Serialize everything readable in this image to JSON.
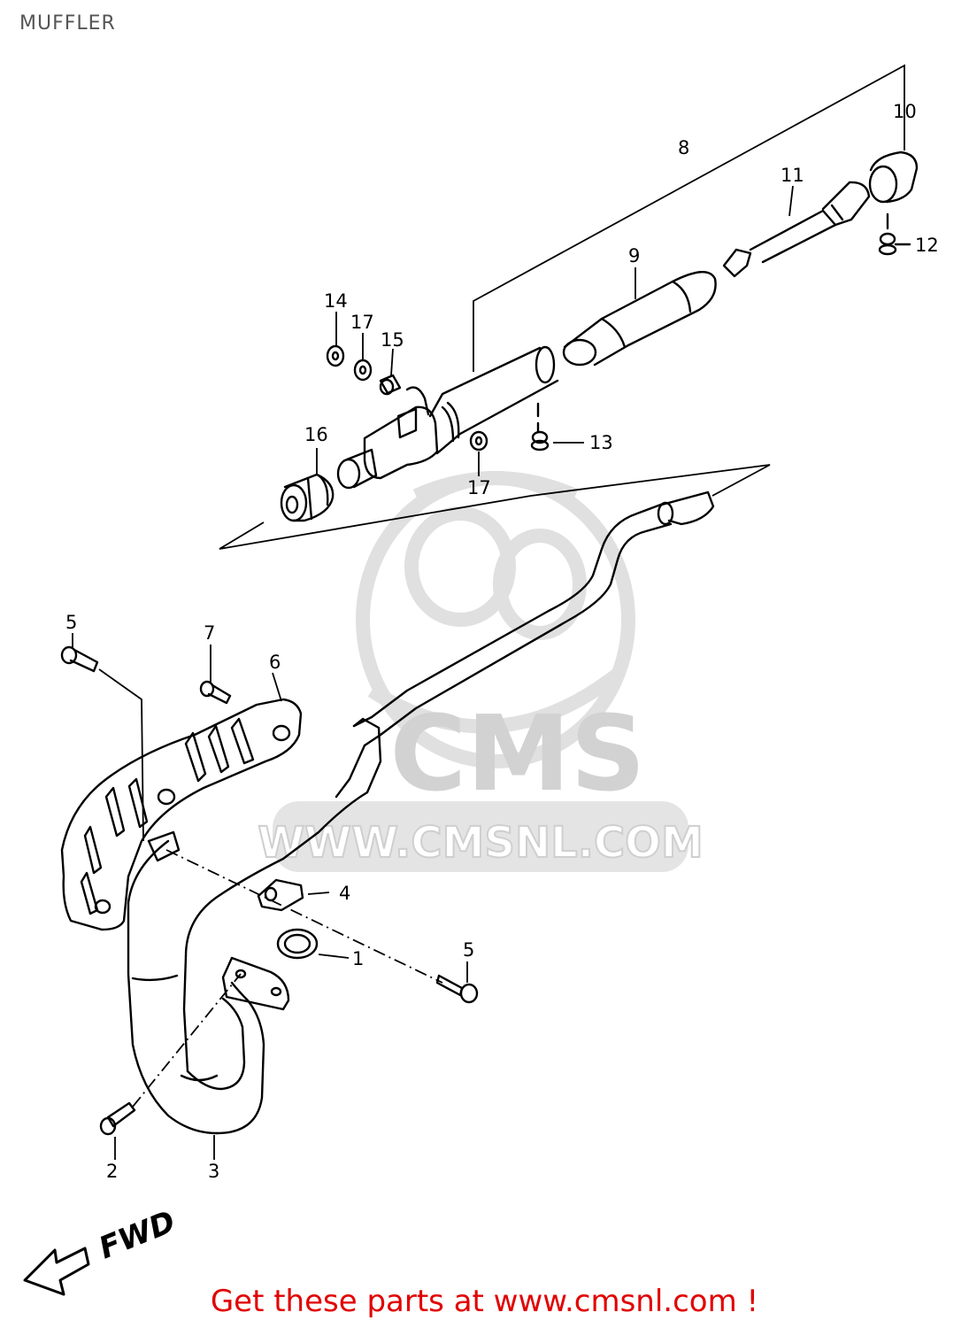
{
  "page": {
    "title": "MUFFLER"
  },
  "diagram": {
    "callouts": [
      {
        "id": "1",
        "label": "1"
      },
      {
        "id": "2",
        "label": "2"
      },
      {
        "id": "3",
        "label": "3"
      },
      {
        "id": "4",
        "label": "4"
      },
      {
        "id": "5a",
        "label": "5"
      },
      {
        "id": "5b",
        "label": "5"
      },
      {
        "id": "6",
        "label": "6"
      },
      {
        "id": "7",
        "label": "7"
      },
      {
        "id": "8",
        "label": "8"
      },
      {
        "id": "9",
        "label": "9"
      },
      {
        "id": "10",
        "label": "10"
      },
      {
        "id": "11",
        "label": "11"
      },
      {
        "id": "12",
        "label": "12"
      },
      {
        "id": "13",
        "label": "13"
      },
      {
        "id": "14",
        "label": "14"
      },
      {
        "id": "15",
        "label": "15"
      },
      {
        "id": "16",
        "label": "16"
      },
      {
        "id": "17a",
        "label": "17"
      },
      {
        "id": "17b",
        "label": "17"
      }
    ],
    "direction_label": "FWD",
    "watermark": {
      "brand": "CMS",
      "url": "WWW.CMSNL.COM"
    }
  },
  "footer": {
    "link_text": "Get these parts at www.cmsnl.com !"
  },
  "colors": {
    "footer": "#e10000",
    "title": "#555555",
    "watermark": "#dcdcdc"
  }
}
